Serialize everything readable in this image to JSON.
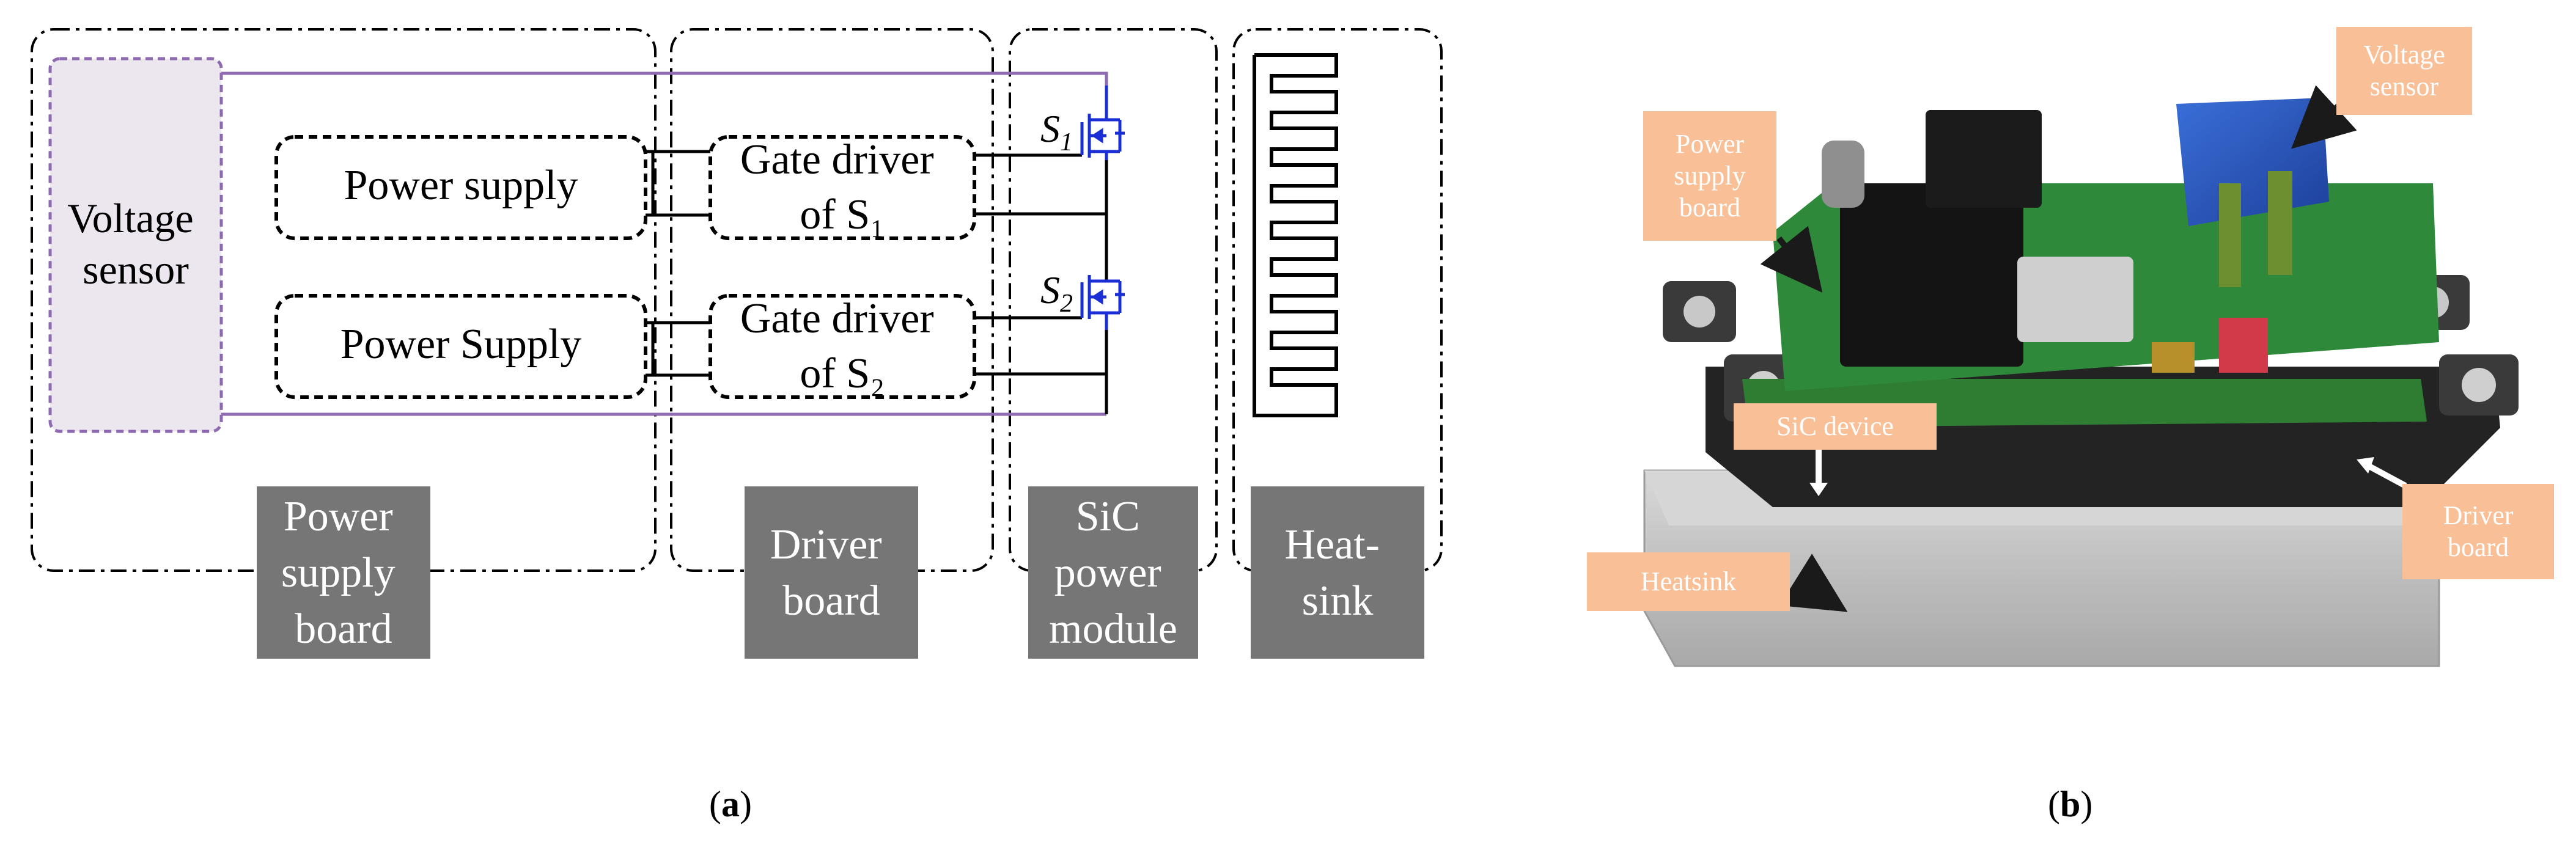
{
  "panel_a": {
    "voltage_sensor": [
      "Voltage",
      "sensor"
    ],
    "power_supply_1": "Power supply",
    "power_supply_2": "Power Supply",
    "gate_driver_1": [
      "Gate driver",
      "of S₁"
    ],
    "gate_driver_2": [
      "Gate driver",
      "of S₂"
    ],
    "switch_1": "S",
    "switch_1_sub": "1",
    "switch_2": "S",
    "switch_2_sub": "2",
    "section_power_supply_board": [
      "Power",
      "supply",
      "board"
    ],
    "section_driver_board": [
      "Driver",
      "board"
    ],
    "section_sic_module": [
      "SiC",
      "power",
      "module"
    ],
    "section_heatsink": [
      "Heat-",
      "sink"
    ],
    "colors": {
      "sensor_fill": "#ece6ee",
      "sensor_border": "#8e6ab0",
      "bus_line": "#8e6ab0",
      "mosfet": "#1a2ed6",
      "section_label_bg": "#767676"
    }
  },
  "panel_b": {
    "labels": {
      "voltage_sensor": "Voltage\nsensor",
      "power_supply_board": "Power\nsupply\nboard",
      "sic_device": "SiC device",
      "driver_board": "Driver\nboard",
      "heatsink": "Heatsink"
    },
    "colors": {
      "label_bg": "#f9bf97",
      "arrow_dark": "#1a1a1a",
      "arrow_light": "#ffffff"
    }
  },
  "captions": {
    "a": "a",
    "b": "b"
  }
}
